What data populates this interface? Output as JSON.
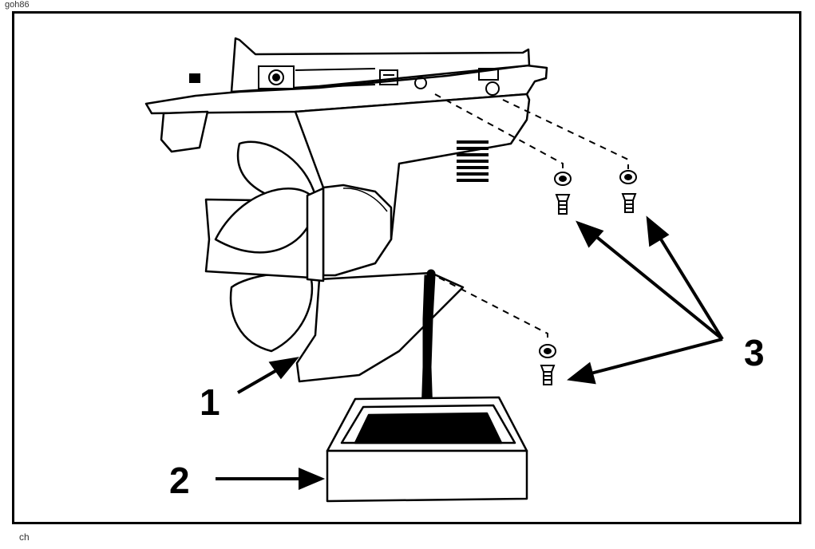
{
  "figure_code": "goh86",
  "initials": "ch",
  "callouts": {
    "one": "1",
    "two": "2",
    "three": "3"
  },
  "colors": {
    "ink": "#000000",
    "paper": "#ffffff"
  }
}
